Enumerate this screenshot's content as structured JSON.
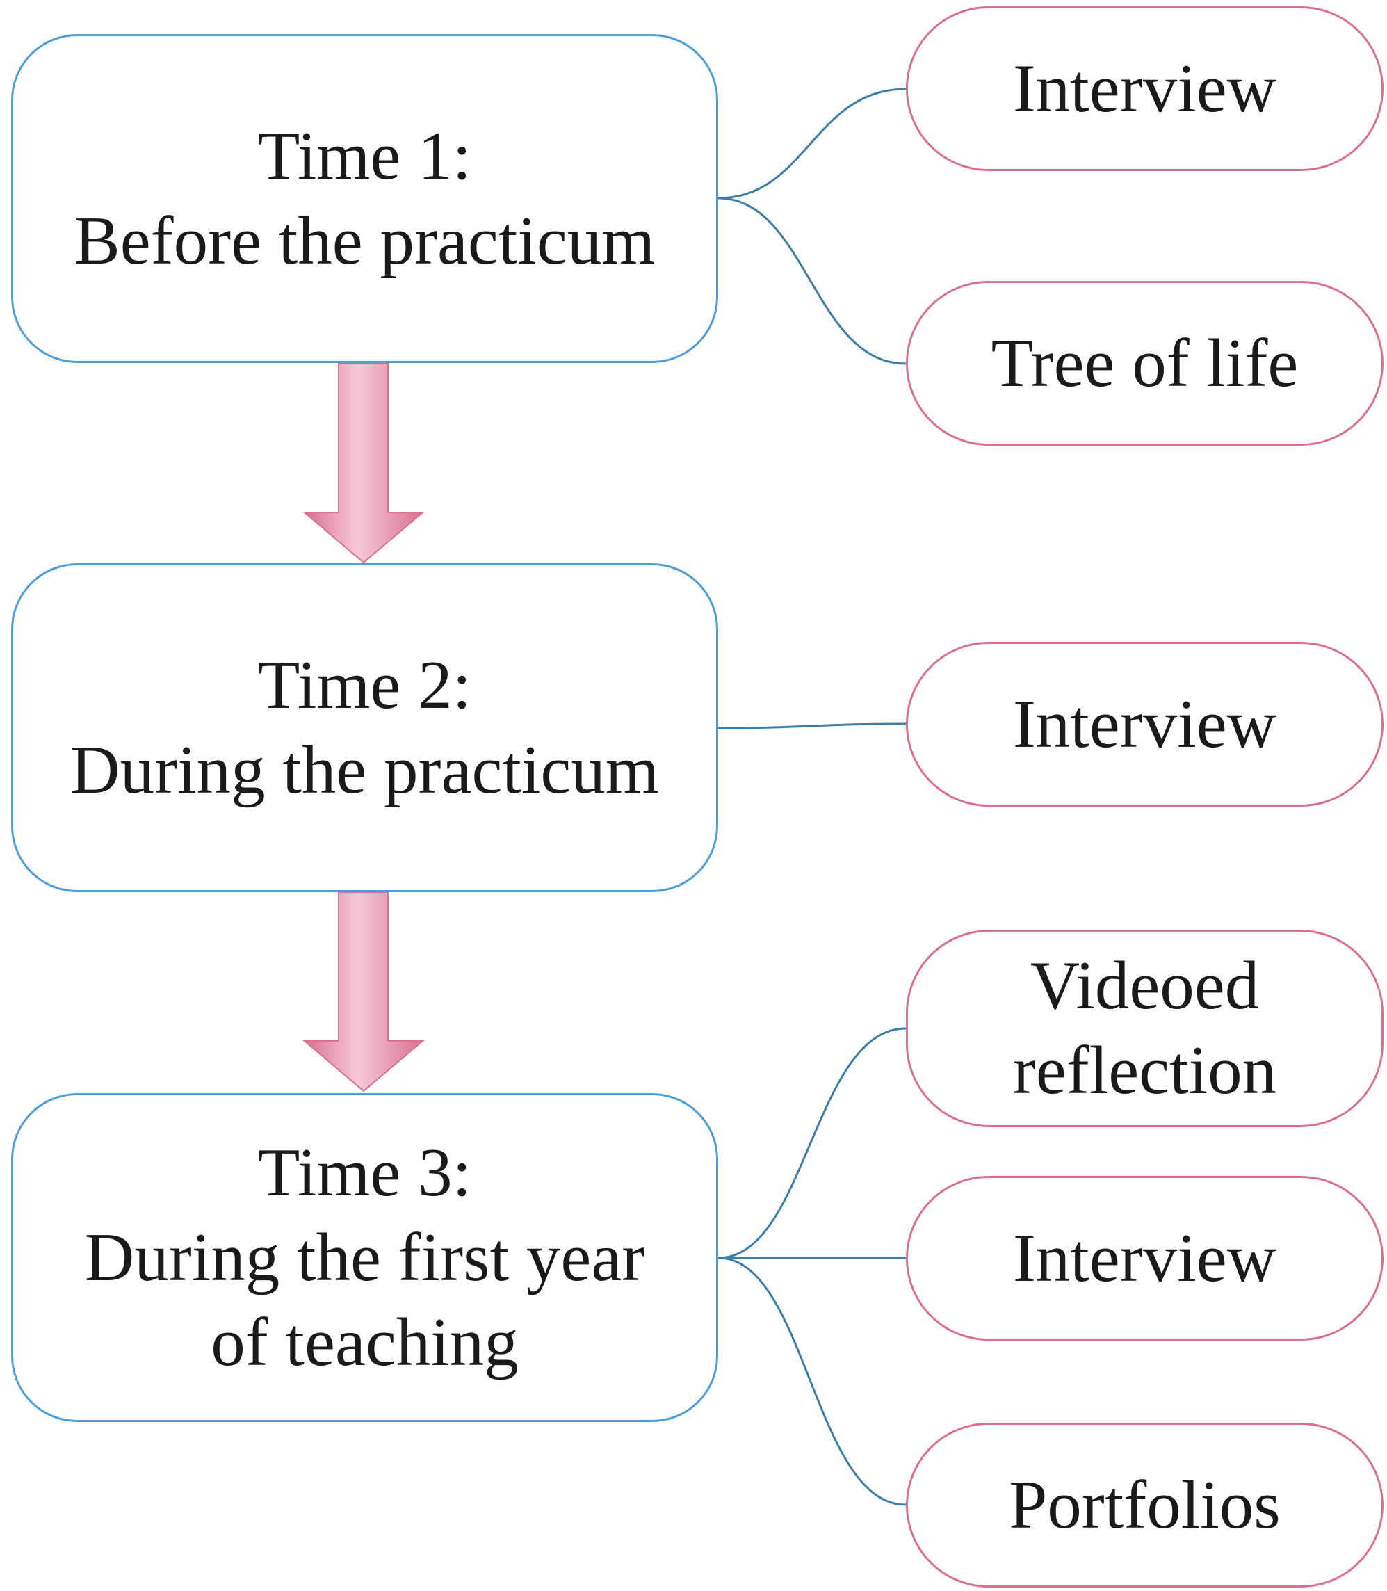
{
  "stages": [
    {
      "title": "Time 1:",
      "description": [
        "Before the practicum"
      ]
    },
    {
      "title": "Time 2:",
      "description": [
        "During the practicum"
      ]
    },
    {
      "title": "Time 3:",
      "description": [
        "During the first year",
        "of teaching"
      ]
    }
  ],
  "methods": [
    {
      "stage": 1,
      "lines": [
        "Interview"
      ]
    },
    {
      "stage": 1,
      "lines": [
        "Tree of life"
      ]
    },
    {
      "stage": 2,
      "lines": [
        "Interview"
      ]
    },
    {
      "stage": 3,
      "lines": [
        "Videoed",
        "reflection"
      ]
    },
    {
      "stage": 3,
      "lines": [
        "Interview"
      ]
    },
    {
      "stage": 3,
      "lines": [
        "Portfolios"
      ]
    }
  ],
  "colors": {
    "stage_border": "#4f9fd6",
    "method_border": "#d9708f",
    "connector": "#3d7ea6",
    "arrow_fill": "#e58fac"
  }
}
